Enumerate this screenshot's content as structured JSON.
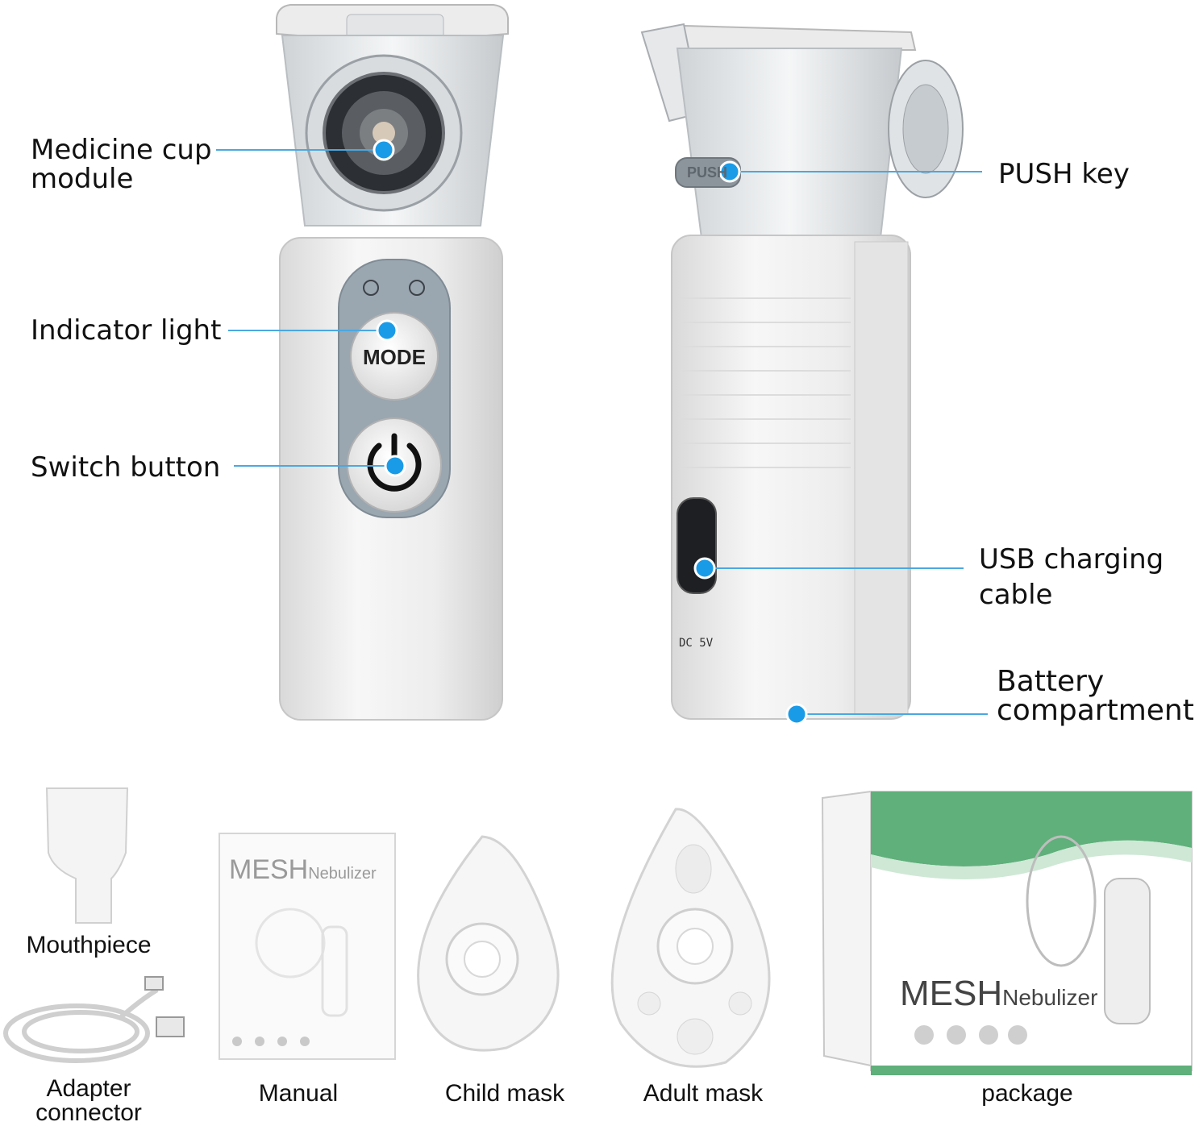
{
  "callouts": {
    "medicine_cup": [
      "Medicine cup",
      "module"
    ],
    "indicator_light": "Indicator light",
    "switch_button": "Switch button",
    "push_key": "PUSH key",
    "usb_cable": [
      "USB charging",
      "cable"
    ],
    "battery": [
      "Battery",
      "compartment"
    ]
  },
  "device": {
    "mode_label": "MODE",
    "push_label": "PUSH",
    "dc_label": "DC 5V"
  },
  "accessories": {
    "mouthpiece": "Mouthpiece",
    "adapter": [
      "Adapter",
      "connector"
    ],
    "manual": "Manual",
    "child_mask": "Child mask",
    "adult_mask": "Adult mask",
    "package": "package"
  },
  "brand": {
    "mesh": "MESH",
    "nebulizer": "Nebulizer"
  },
  "colors": {
    "callout_dot": "#1a9be8",
    "callout_line": "#4aa8e0",
    "device_white": "#f2f2f2",
    "panel_gray": "#9aa6b0",
    "box_green": "#5fb07a"
  }
}
